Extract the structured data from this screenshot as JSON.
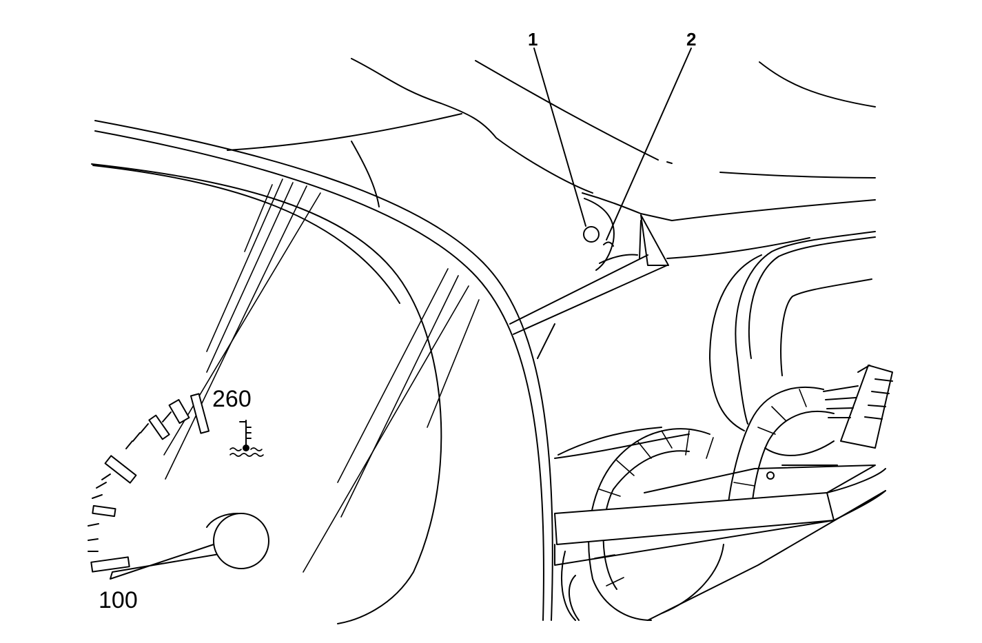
{
  "callouts": [
    {
      "id": "1",
      "label": "1"
    },
    {
      "id": "2",
      "label": "2"
    }
  ],
  "gauge": {
    "max_label": "260",
    "min_label": "100",
    "symbol": "coolant-temperature-icon"
  },
  "colors": {
    "line": "#000000",
    "background": "#ffffff"
  }
}
